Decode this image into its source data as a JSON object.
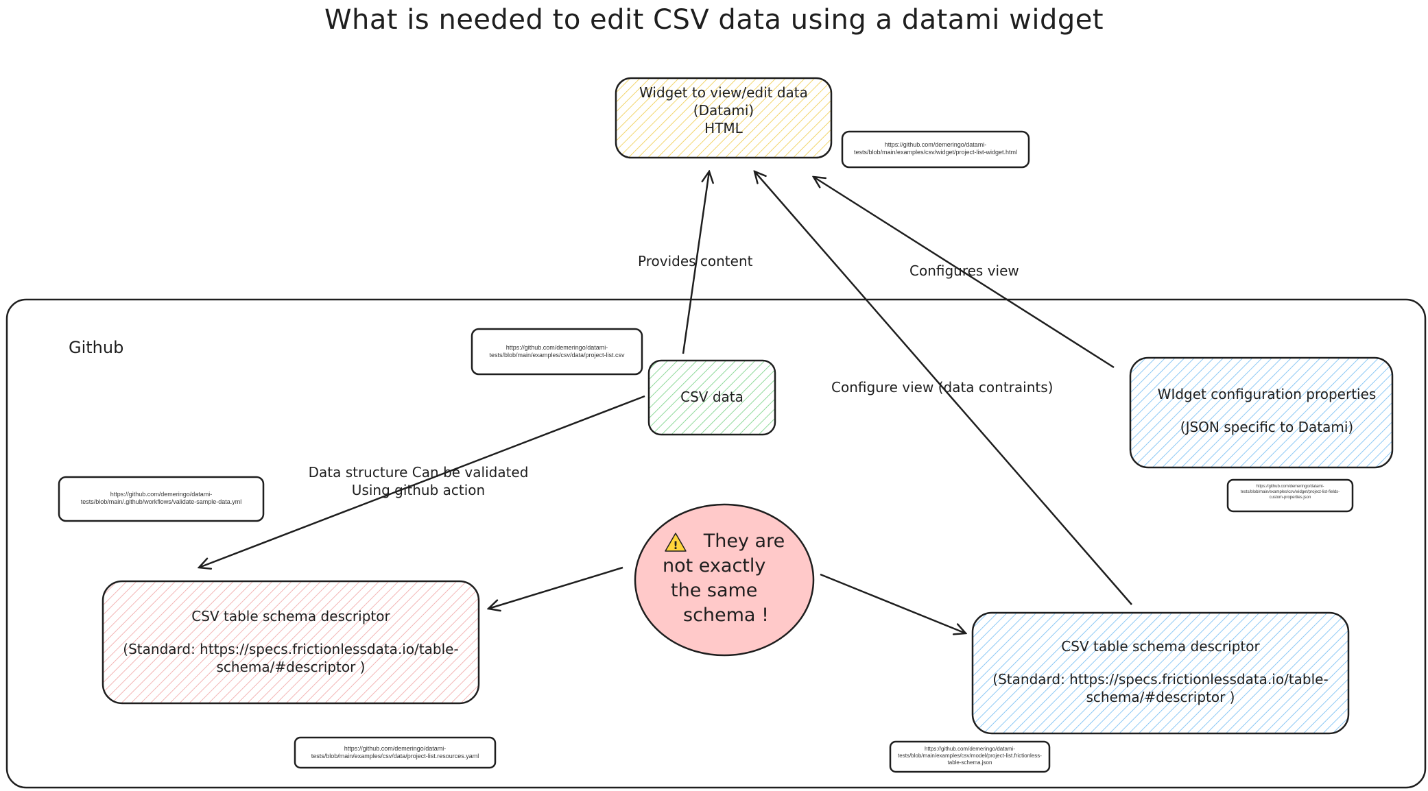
{
  "title": "What is needed to edit CSV data using a datami widget",
  "colors": {
    "stroke": "#1e1e1e",
    "yellow": "#ffec99",
    "green": "#b2f2bb",
    "blue": "#a5d8ff",
    "pink": "#ffc9c9",
    "red_fill": "#ffc9c9"
  },
  "widget": {
    "line1": "Widget to view/edit data",
    "line2": "(Datami)",
    "line3": "HTML",
    "link": "https://github.com/demeringo/datami-\ntests/blob/main/examples/csv/widget/project-list-widget.html"
  },
  "github": {
    "label": "Github"
  },
  "csv_data": {
    "label": "CSV data",
    "link": "https://github.com/demeringo/datami-\ntests/blob/main/examples/csv/data/project-list.csv"
  },
  "validate": {
    "link": "https://github.com/demeringo/datami-\ntests/blob/main/.github/workflows/validate-sample-data.yml"
  },
  "widget_config": {
    "line1": "WIdget configuration properties",
    "line2": "(JSON specific to Datami)",
    "link": "https://github.com/demeringo/datami-\ntests/blob/main/examples/csv/widget/project-list-fields-\ncustom-properties.json"
  },
  "schema_left": {
    "line1": "CSV table schema descriptor",
    "line2": "(Standard: https://specs.frictionlessdata.io/table-",
    "line3": "schema/#descriptor )",
    "link": "https://github.com/demeringo/datami-\ntests/blob/main/examples/csv/data/project-list.resources.yaml"
  },
  "schema_right": {
    "line1": "CSV table schema descriptor",
    "line2": "(Standard: https://specs.frictionlessdata.io/table-",
    "line3": "schema/#descriptor )",
    "link": "https://github.com/demeringo/datami-\ntests/blob/main/examples/csv/model/project-list.frictionless-\ntable-schema.json"
  },
  "warning": {
    "icon": "warning-icon",
    "line1": "They are",
    "line2": "not exactly",
    "line3": "the same",
    "line4": "schema !"
  },
  "edges": {
    "provides": "Provides content",
    "configures": "Configures view",
    "configure_constraints": "Configure view (data contraints)",
    "validated_line1": "Data structure Can be validated",
    "validated_line2": "Using github action"
  }
}
